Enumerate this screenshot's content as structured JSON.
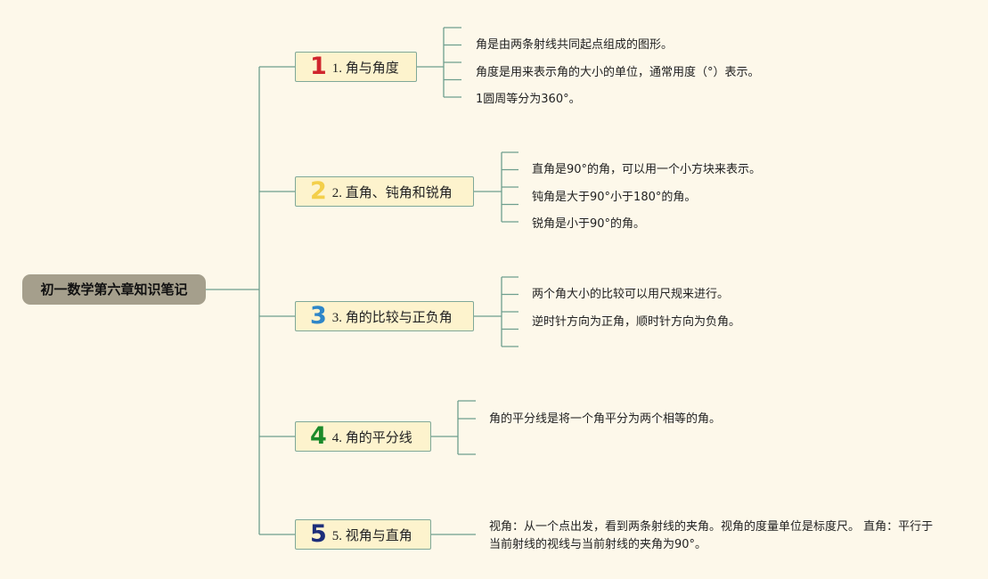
{
  "root": "初一数学第六章知识笔记",
  "topics": [
    {
      "num": "1",
      "num_color": "#d0262d",
      "label": "1. 角与角度",
      "items": [
        "角是由两条射线共同起点组成的图形。",
        "角度是用来表示角的大小的单位，通常用度（°）表示。",
        "1圆周等分为360°。"
      ]
    },
    {
      "num": "2",
      "num_color": "#f3cf4a",
      "label": "2. 直角、钝角和锐角",
      "items": [
        "直角是90°的角，可以用一个小方块来表示。",
        "钝角是大于90°小于180°的角。",
        "锐角是小于90°的角。"
      ]
    },
    {
      "num": "3",
      "num_color": "#2e86c8",
      "label": "3. 角的比较与正负角",
      "items": [
        "两个角大小的比较可以用尺规来进行。",
        "逆时针方向为正角，顺时针方向为负角。"
      ]
    },
    {
      "num": "4",
      "num_color": "#1c8a2a",
      "label": "4. 角的平分线",
      "items": [
        "角的平分线是将一个角平分为两个相等的角。"
      ]
    },
    {
      "num": "5",
      "num_color": "#1d2e7a",
      "label": "5. 视角与直角",
      "items": [
        "视角：从一个点出发，看到两条射线的夹角。视角的度量单位是标度尺。 直角：平行于当前射线的视线与当前射线的夹角为90°。"
      ]
    }
  ],
  "colors": {
    "background": "#fdf8ea",
    "line": "#6e9e8e",
    "topic_fill": "#fdf3cd",
    "root_fill": "#a59f8c"
  }
}
